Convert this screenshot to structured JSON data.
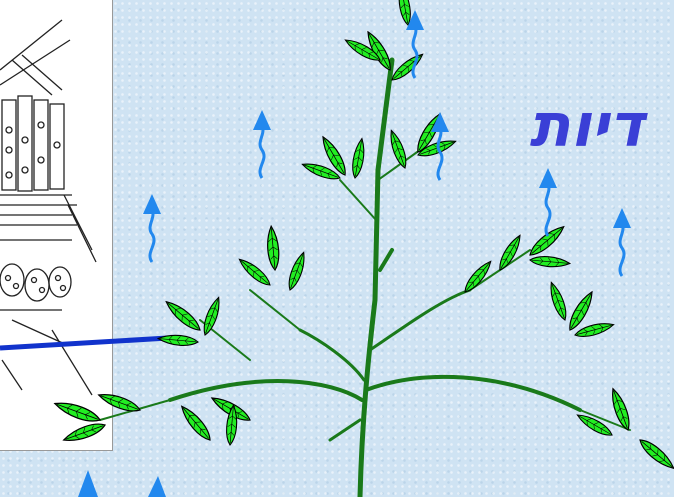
{
  "slide": {
    "title": "דיות",
    "colors": {
      "title": "#3a3fd6",
      "leaf_fill": "#22ee22",
      "leaf_outline": "#000000",
      "stem": "#1a7a1a",
      "arrow": "#2288ee",
      "connector": "#1133cc",
      "background": "#cfe3f3"
    },
    "icons": [
      "leaf-cross-section-illustration",
      "plant-illustration",
      "water-vapor-arrow-icon"
    ]
  }
}
